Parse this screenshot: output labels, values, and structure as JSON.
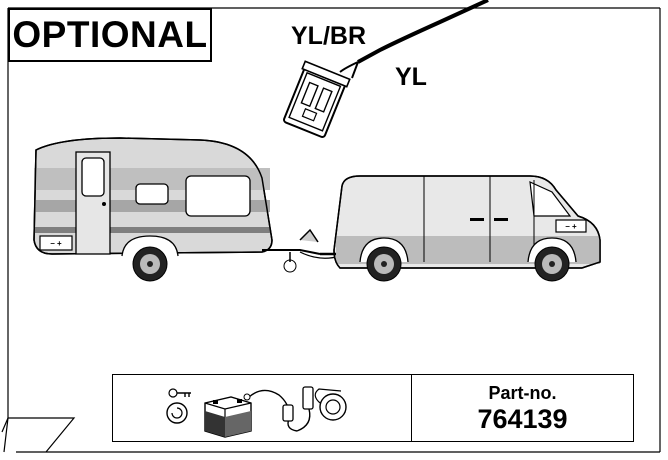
{
  "header": {
    "badge": "OPTIONAL"
  },
  "connector": {
    "wire_labels": [
      "YL/BR",
      "YL"
    ]
  },
  "vehicles": {
    "caravan_socket_sign": "– +",
    "van_socket_sign": "– +"
  },
  "info": {
    "part_label": "Part-no.",
    "part_number": "764139",
    "icons": [
      "key-icon",
      "ignition-icon",
      "battery-icon",
      "cable-icon",
      "socket-icon"
    ]
  }
}
